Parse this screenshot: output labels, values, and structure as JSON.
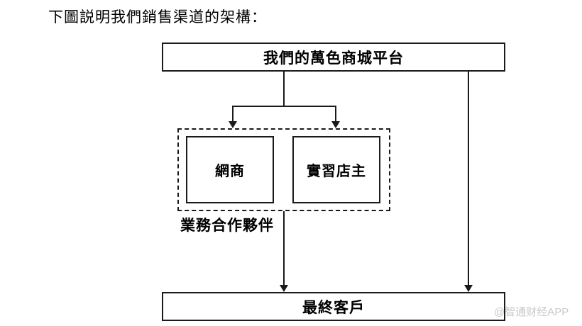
{
  "title": "下圖説明我們銷售渠道的架構：",
  "diagram": {
    "platform_box": "我們的萬色商城平台",
    "partners": {
      "group_label": "業務合作夥伴",
      "boxes": [
        "網商",
        "實習店主"
      ]
    },
    "customer_box": "最終客戶"
  },
  "watermark": "@智通财经APP",
  "colors": {
    "line": "#1a1a1a",
    "text": "#000000",
    "watermark": "#c8c8c8",
    "background": "#ffffff"
  }
}
